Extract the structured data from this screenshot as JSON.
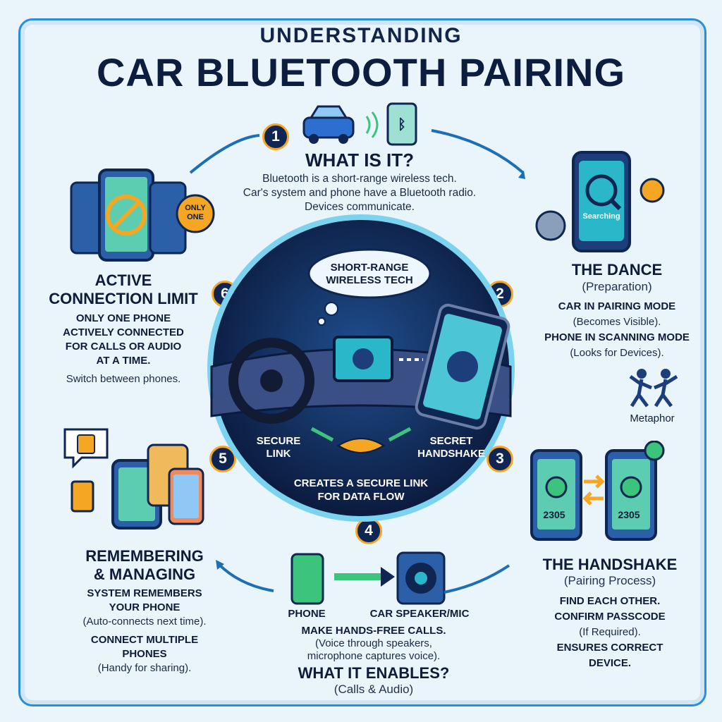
{
  "title": {
    "line1": "UNDERSTANDING",
    "line2": "CAR BLUETOOTH PAIRING"
  },
  "steps": [
    {
      "num": "1",
      "title": "WHAT IS IT?",
      "lines": [
        "Bluetooth is a short-range wireless tech.",
        "Car's system and phone have a Bluetooth radio.",
        "Devices communicate."
      ]
    },
    {
      "num": "2",
      "title": "THE DANCE",
      "subtitle": "(Preparation)",
      "lines": [
        "CAR IN PAIRING MODE",
        "(Becomes Visible).",
        "PHONE IN SCANNING MODE",
        "(Looks for Devices)."
      ],
      "screen_label": "Searching",
      "metaphor_label": "Metaphor"
    },
    {
      "num": "3",
      "title": "THE HANDSHAKE",
      "subtitle": "(Pairing Process)",
      "lines": [
        "FIND EACH OTHER.",
        "CONFIRM PASSCODE",
        "(If Required).",
        "ENSURES CORRECT",
        "DEVICE."
      ],
      "passcode": "2305"
    },
    {
      "num": "4",
      "title": "WHAT IT ENABLES?",
      "subtitle": "(Calls & Audio)",
      "labels": [
        "PHONE",
        "CAR SPEAKER/MIC"
      ],
      "lines": [
        "MAKE HANDS-FREE CALLS.",
        "(Voice through speakers,",
        "microphone captures voice)."
      ]
    },
    {
      "num": "5",
      "title_lines": [
        "REMEMBERING",
        "& MANAGING"
      ],
      "lines": [
        "SYSTEM REMEMBERS",
        "YOUR PHONE",
        "(Auto-connects next time).",
        "CONNECT MULTIPLE",
        "PHONES",
        "(Handy for sharing)."
      ]
    },
    {
      "num": "6",
      "title_lines": [
        "ACTIVE",
        "CONNECTION LIMIT"
      ],
      "lines": [
        "ONLY ONE PHONE",
        "ACTIVELY CONNECTED",
        "FOR CALLS OR AUDIO",
        "AT A TIME.",
        "Switch between phones."
      ],
      "badge": "ONLY ONE"
    }
  ],
  "center": {
    "bubble_lines": [
      "SHORT-RANGE",
      "WIRELESS TECH"
    ],
    "left_label": [
      "SECURE",
      "LINK"
    ],
    "right_label": [
      "SECRET",
      "HANDSHAKE"
    ],
    "bottom_lines": [
      "CREATES A SECURE LINK",
      "FOR DATA FLOW"
    ]
  },
  "colors": {
    "navy": "#0f2552",
    "accent": "#2b8fd6",
    "orange": "#f5a623",
    "green": "#3cc47c"
  }
}
